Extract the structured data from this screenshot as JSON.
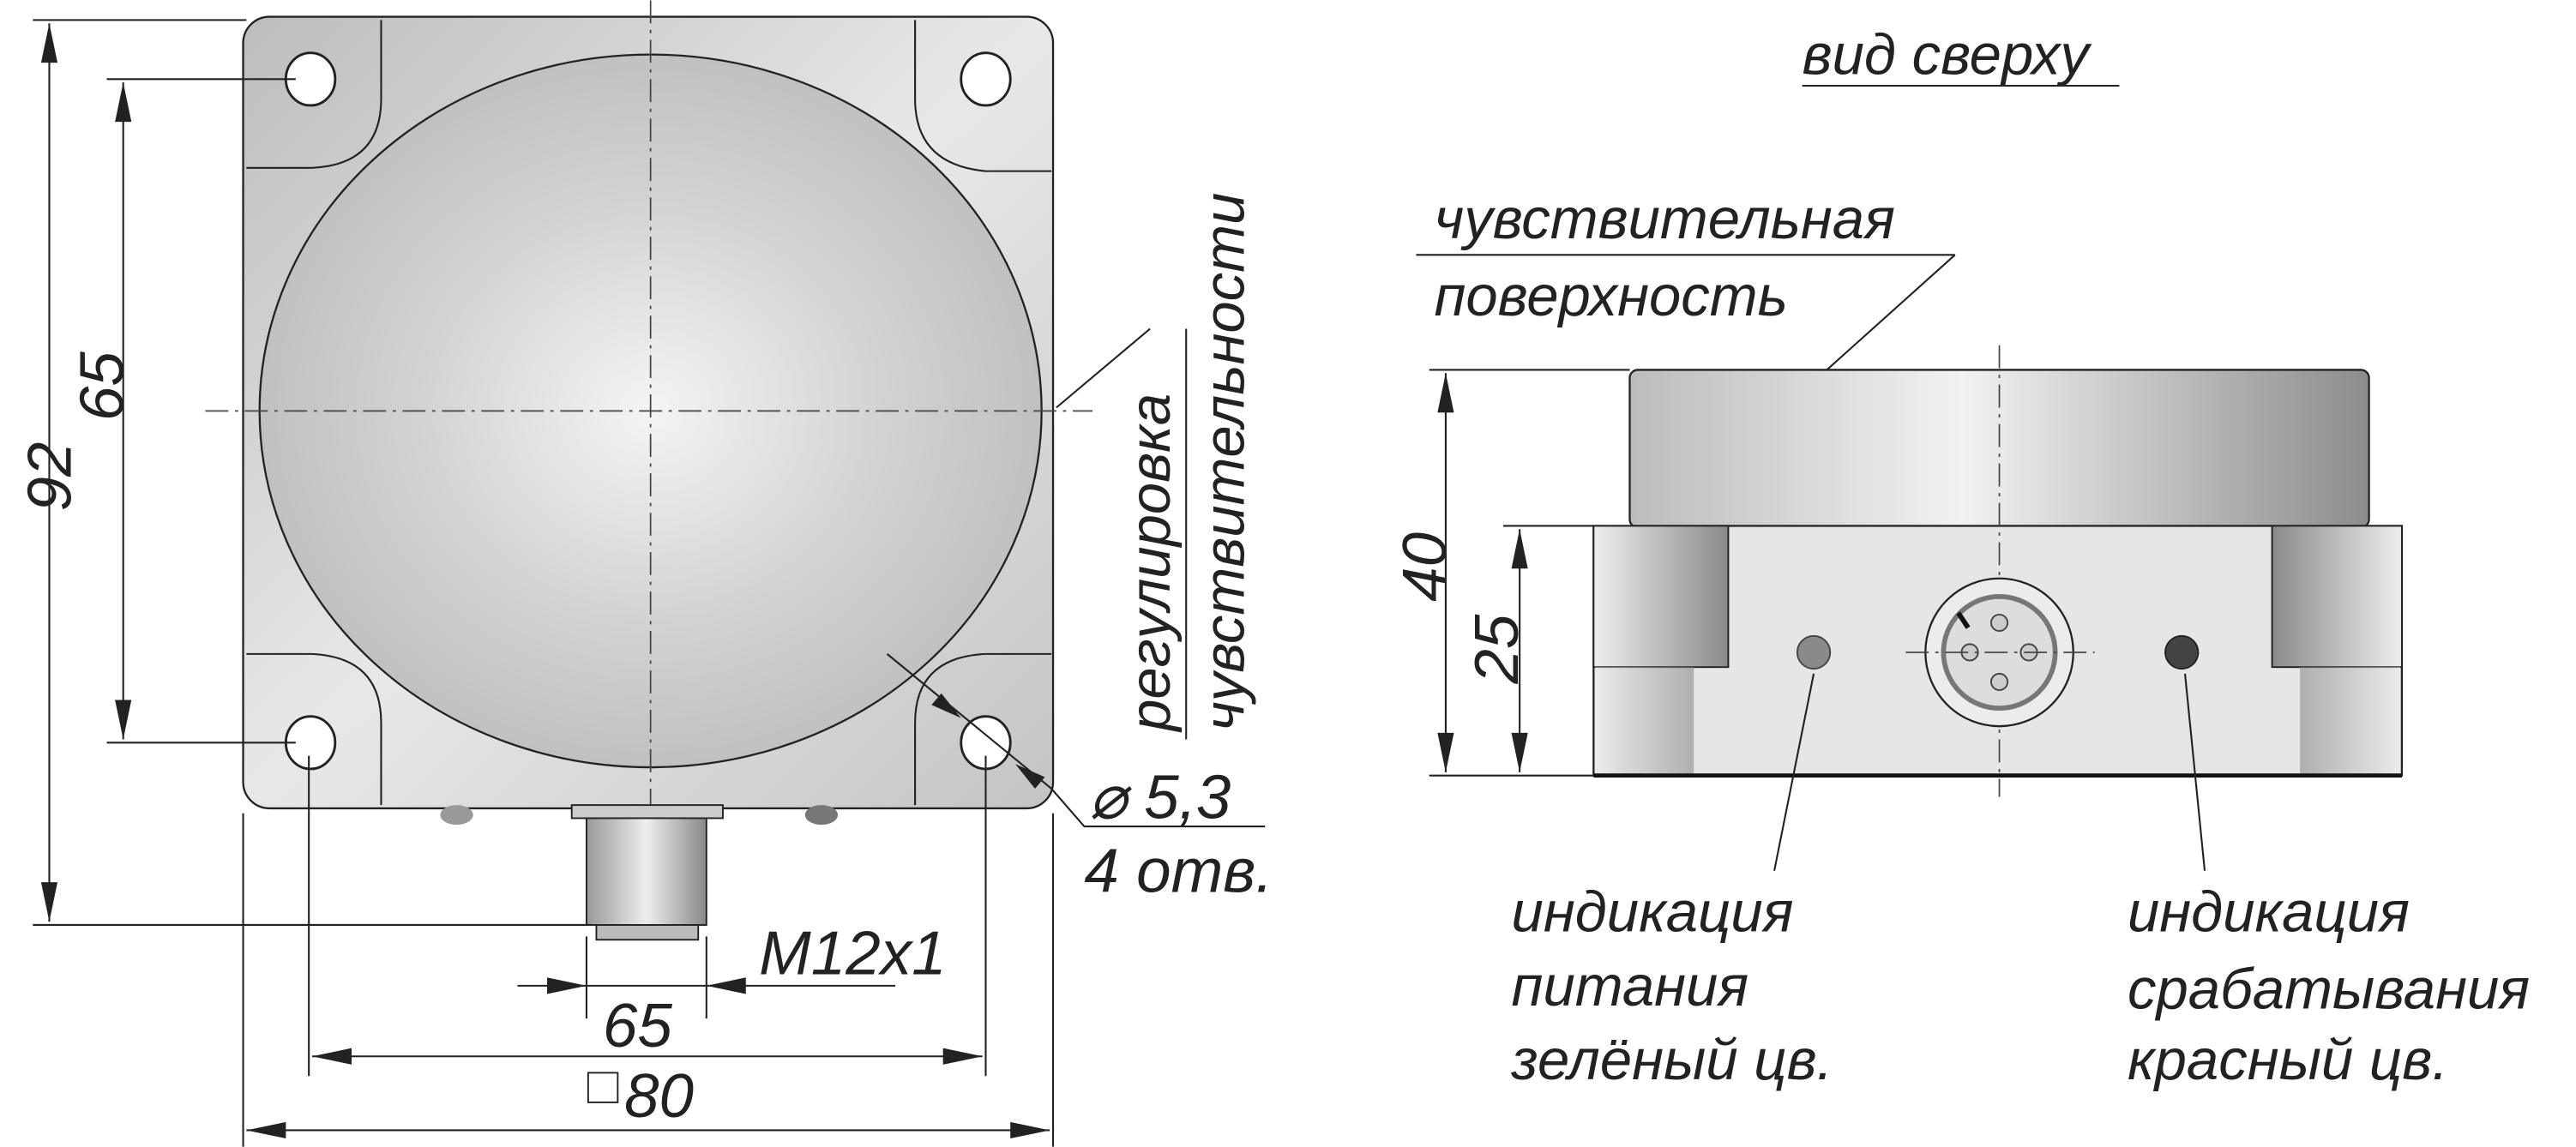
{
  "front_view": {
    "dim_height_total": "92",
    "dim_hole_spacing_vertical": "65",
    "dim_hole_spacing_horizontal": "65",
    "dim_width": "80",
    "square_symbol": "□",
    "thread_label": "M12x1",
    "hole_diameter": "⌀ 5,3",
    "hole_count": "4 отв.",
    "adjust_label_line1": "регулировка",
    "adjust_label_line2": "чувствительности"
  },
  "top_view": {
    "title": "вид сверху",
    "surface_label_line1": "чувствительная",
    "surface_label_line2": "поверхность",
    "dim_total_height": "40",
    "dim_base_height": "25",
    "power_led": {
      "line1": "индикация",
      "line2": "питания",
      "line3": "зелёный цв.",
      "color": "#8a8a8a"
    },
    "trigger_led": {
      "line1": "индикация",
      "line2": "срабатывания",
      "line3": "красный цв.",
      "color": "#444444"
    }
  }
}
